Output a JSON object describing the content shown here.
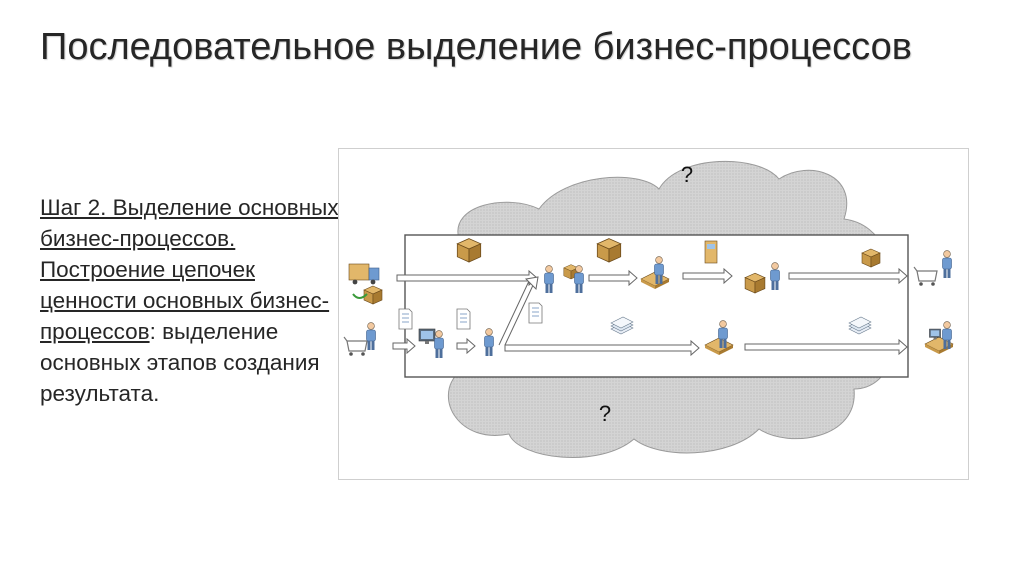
{
  "slide": {
    "title": "Последовательное выделение бизнес-процессов",
    "body": {
      "part1": "Шаг 2. Выделение основных бизнес-процессов. Построение цепочек ценности основных бизнес-процессов",
      "part2": ": выделение основных этапов создания результата."
    }
  },
  "figure": {
    "top_question": "?",
    "bottom_question": "?",
    "colors": {
      "cloud": "#cfcfcf",
      "frame": "#555555",
      "arrow_fill": "#ffffff",
      "arrow_stroke": "#666666",
      "person": "#6e9ad0",
      "box": "#c99a4a"
    },
    "icons": [
      "truck-icon",
      "box-icon",
      "person-icon",
      "document-icon",
      "monitor-icon",
      "printer-icon",
      "desk-worker-icon",
      "papers-stack-icon",
      "shopping-cart-icon",
      "computer-workstation-icon"
    ]
  }
}
